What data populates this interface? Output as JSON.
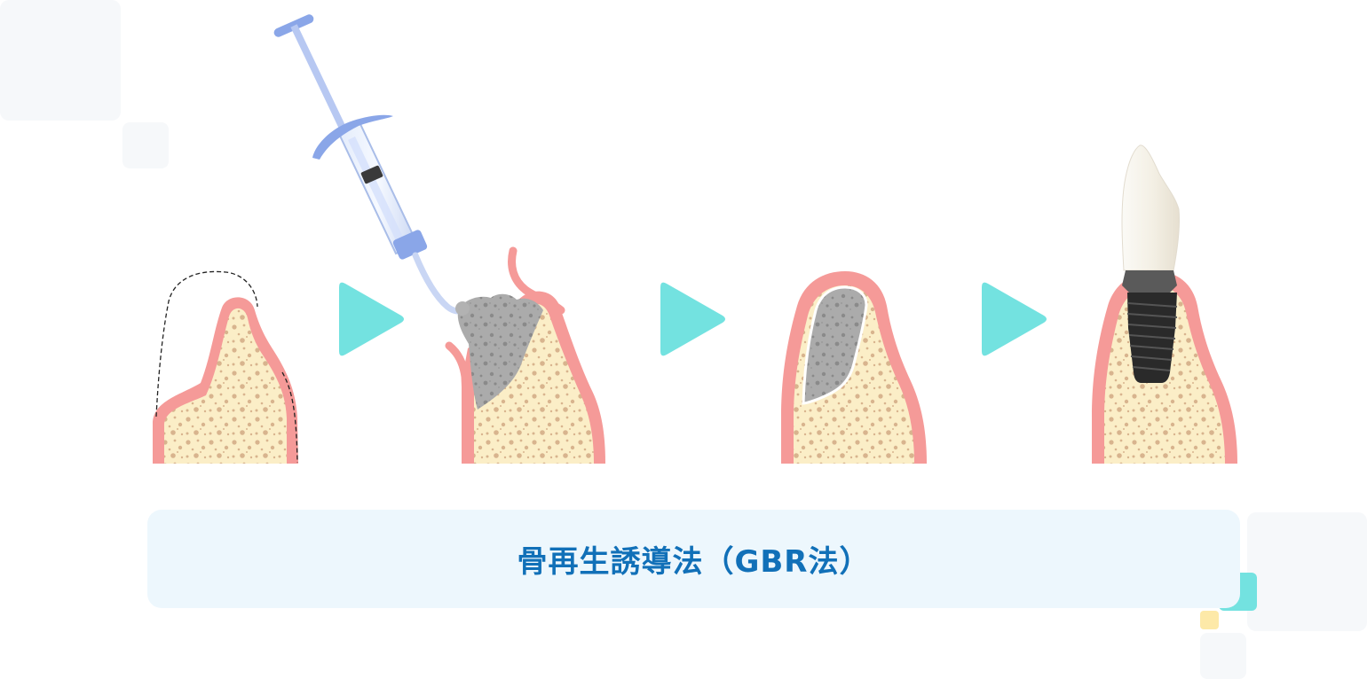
{
  "caption": {
    "title": "骨再生誘導法（GBR法）"
  },
  "colors": {
    "gum": "#f59a98",
    "bone": "#fbeec7",
    "bone_dots": "#d8b48e",
    "graft": "#aaaaaa",
    "graft_dots": "#8a8a8a",
    "arrow": "#73e2e0",
    "syringe": "#8aa6e8",
    "implant": "#2a2a2a",
    "crown": "#f3efe6",
    "caption_bg": "#edf7fd",
    "caption_text": "#1170b8"
  },
  "steps": [
    {
      "name": "bone-loss"
    },
    {
      "name": "graft-injection"
    },
    {
      "name": "bone-regenerated"
    },
    {
      "name": "implant-placed"
    }
  ],
  "icons": {
    "step_arrow": "play-triangle-icon",
    "tool": "syringe-icon"
  }
}
